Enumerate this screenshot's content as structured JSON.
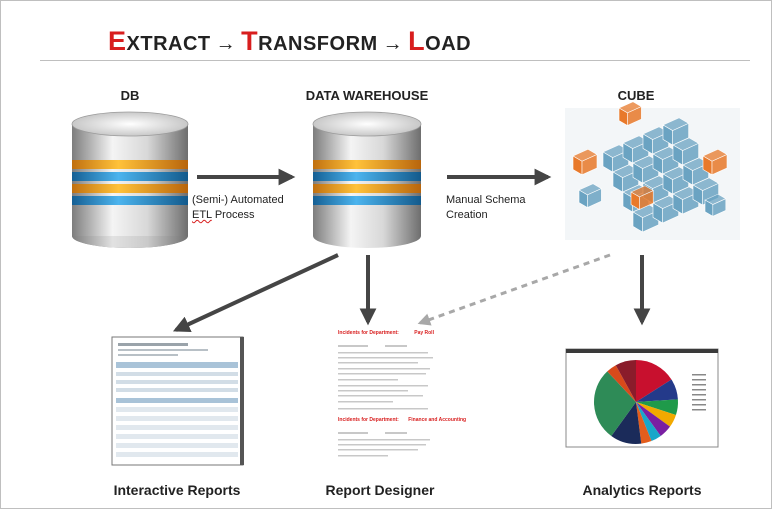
{
  "title": {
    "parts": [
      {
        "cap": "E",
        "rest": "XTRACT"
      },
      {
        "cap": "T",
        "rest": "RANSFORM"
      },
      {
        "cap": "L",
        "rest": "OAD"
      }
    ],
    "arrow": "→"
  },
  "nodes": {
    "db": "DB",
    "warehouse": "DATA WAREHOUSE",
    "cube": "CUBE"
  },
  "edges": {
    "etl_line1_a": "(Semi-)",
    "etl_line1_b": " Automated",
    "etl_line2_a": "ETL",
    "etl_line2_b": " Process",
    "schema_line1": "Manual Schema",
    "schema_line2": "Creation"
  },
  "outputs": {
    "interactive": "Interactive Reports",
    "designer": "Report Designer",
    "analytics": "Analytics Reports"
  },
  "report_designer_doc": {
    "heading1": "Incidents for Department:",
    "dept1": "Pay Roll",
    "heading2": "Incidents for Department:",
    "dept2": "Finance and Accounting"
  },
  "colors": {
    "accent": "#d81e1e",
    "arrow": "#454545",
    "cube_blue": "#6aa3c2",
    "cube_orange": "#e8792a",
    "db_blue": "#2c8ecc",
    "db_orange": "#f0a11b"
  },
  "icons": {
    "db": "database-cylinder-icon",
    "warehouse": "database-cylinder-icon",
    "cube": "olap-cube-icon"
  }
}
